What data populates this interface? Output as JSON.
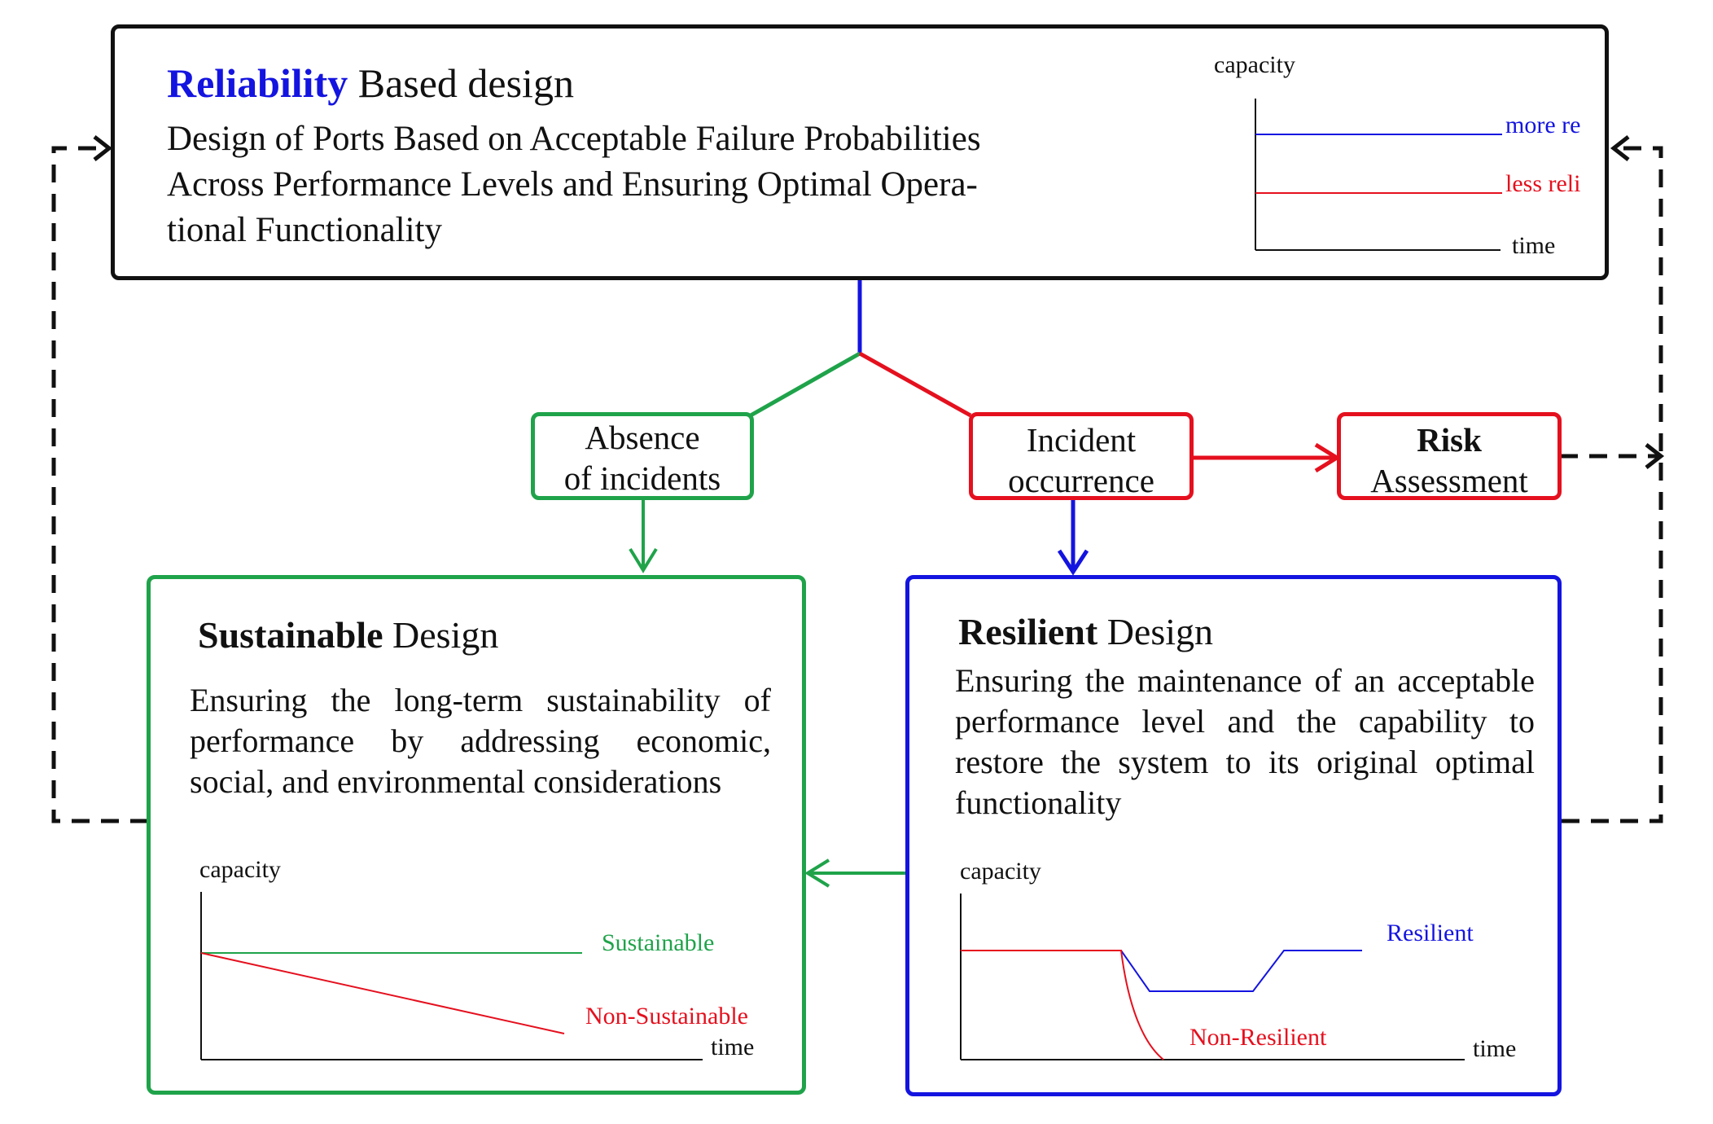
{
  "reliability": {
    "title_highlight": "Reliability",
    "title_rest": " Based design",
    "lines": [
      "Design of Ports Based on Acceptable Failure Probabilities",
      "Across Performance Levels and Ensuring Optimal Opera-",
      "tional Functionality"
    ],
    "chart": {
      "y_label": "capacity",
      "x_label": "time",
      "more_label": "more reliability",
      "less_label": "less reliability"
    }
  },
  "absence": {
    "line1": "Absence",
    "line2": "of incidents"
  },
  "incident": {
    "line1": "Incident",
    "line2": "occurrence"
  },
  "risk": {
    "line1": "Risk",
    "line2": "Assessment"
  },
  "sustainable": {
    "title_bold": "Sustainable",
    "title_rest": " Design",
    "text": "Ensuring the long-term sustainability of performance by addressing economic, social, and environmental considerations",
    "chart": {
      "y_label": "capacity",
      "x_label": "time",
      "sustainable_label": "Sustainable",
      "non_label": "Non-Sustainable"
    }
  },
  "resilient": {
    "title_bold": "Resilient",
    "title_rest": " Design",
    "text": "Ensuring the maintenance of an acceptable performance level and the capability to restore the system to its original optimal functionality",
    "chart": {
      "y_label": "capacity",
      "x_label": "time",
      "resilient_label": "Resilient",
      "non_label": "Non-Resilient"
    }
  },
  "colors": {
    "green": "#1fa34a",
    "red": "#e5101e",
    "blue": "#1414e0",
    "black": "#111111"
  }
}
